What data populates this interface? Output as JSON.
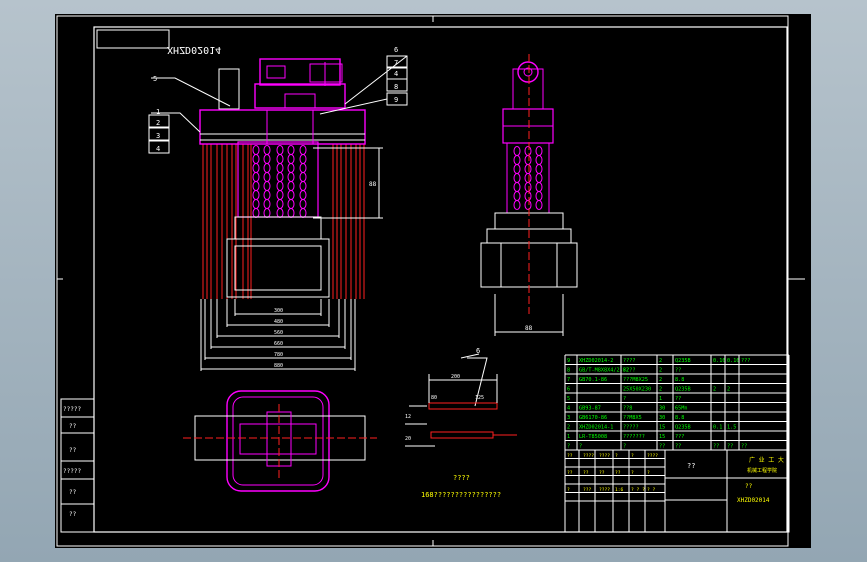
{
  "drawing": {
    "code_mirrored": "XHZD02014",
    "code": "XHZD02014",
    "note_title": "????",
    "note_line": "168????????????????",
    "title_name": "??",
    "company_line1": "广 业 工 大",
    "company_line2": "机械工程学院",
    "title_sub": "??",
    "colors": {
      "white": "#ffffff",
      "magenta": "#ff00ff",
      "red": "#ff2020",
      "green": "#00ff00",
      "yellow": "#ffff00",
      "cyan": "#00ffff"
    }
  },
  "callouts": [
    "5",
    "1",
    "2",
    "3",
    "4",
    "6",
    "7",
    "4",
    "8",
    "9",
    "6"
  ],
  "dims": {
    "height_1": "88",
    "d1": "300",
    "d2": "480",
    "d3": "560",
    "d4": "660",
    "d5": "780",
    "d6": "880",
    "side_d": "88",
    "small1": "200",
    "small2": "80",
    "small3": "125",
    "small4": "12",
    "small5": "20"
  },
  "bom": [
    {
      "no": "9",
      "code": "XHZD02014-2",
      "name": "????",
      "qty": "2",
      "mat": "Q235B",
      "w1": "0.16",
      "w2": "0.16",
      "note": "???"
    },
    {
      "no": "8",
      "code": "GB/T-M8X8X4/2-82",
      "name": "????",
      "qty": "2",
      "mat": "??",
      "w1": "",
      "w2": "",
      "note": ""
    },
    {
      "no": "7",
      "code": "GB70.1-86",
      "name": "???M8X25",
      "qty": "2",
      "mat": "8.8",
      "w1": "",
      "w2": "",
      "note": ""
    },
    {
      "no": "6",
      "code": "",
      "name": "25X50X230",
      "qty": "2",
      "mat": "Q235B",
      "w1": "2",
      "w2": "2",
      "note": ""
    },
    {
      "no": "5",
      "code": "",
      "name": "?",
      "qty": "1",
      "mat": "??",
      "w1": "",
      "w2": "",
      "note": ""
    },
    {
      "no": "4",
      "code": "GB93-87",
      "name": "??8",
      "qty": "30",
      "mat": "65Mn",
      "w1": "",
      "w2": "",
      "note": ""
    },
    {
      "no": "3",
      "code": "GB6170-86",
      "name": "??M8X5",
      "qty": "30",
      "mat": "8.8",
      "w1": "",
      "w2": "",
      "note": ""
    },
    {
      "no": "2",
      "code": "XHZD02014-1",
      "name": "?????",
      "qty": "15",
      "mat": "Q235B",
      "w1": "0.1",
      "w2": "1.5",
      "note": ""
    },
    {
      "no": "1",
      "code": "LR-T85008",
      "name": "???????",
      "qty": "15",
      "mat": "???",
      "w1": "",
      "w2": "",
      "note": ""
    }
  ],
  "bom_header": {
    "no": "?",
    "code": "?",
    "name": "?",
    "qty": "??",
    "mat": "??",
    "w1": "??",
    "w2": "??",
    "note": "??"
  },
  "left_stamp": [
    "?????",
    "??",
    "??",
    "?????",
    "??",
    "??"
  ],
  "title_cells": [
    "??",
    "????",
    "????",
    "?",
    "?",
    "????",
    "??",
    "??",
    "??",
    "??",
    "?",
    "?",
    "?",
    "???",
    "????",
    "1:6",
    "? ? ?",
    "?  ?"
  ]
}
